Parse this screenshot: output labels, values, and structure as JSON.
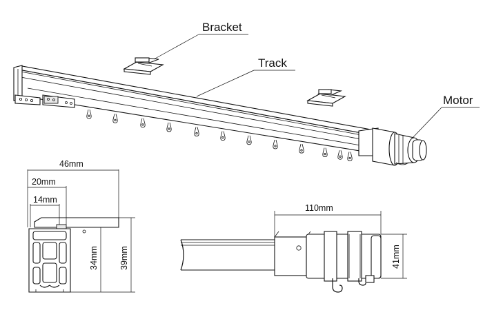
{
  "labels": {
    "bracket": "Bracket",
    "track": "Track",
    "motor": "Motor"
  },
  "dimensions": {
    "profile_total_width": "46mm",
    "profile_mid_width": "20mm",
    "profile_inner_width": "14mm",
    "profile_body_height": "34mm",
    "profile_total_height": "39mm",
    "motor_length": "110mm",
    "motor_height": "41mm"
  }
}
